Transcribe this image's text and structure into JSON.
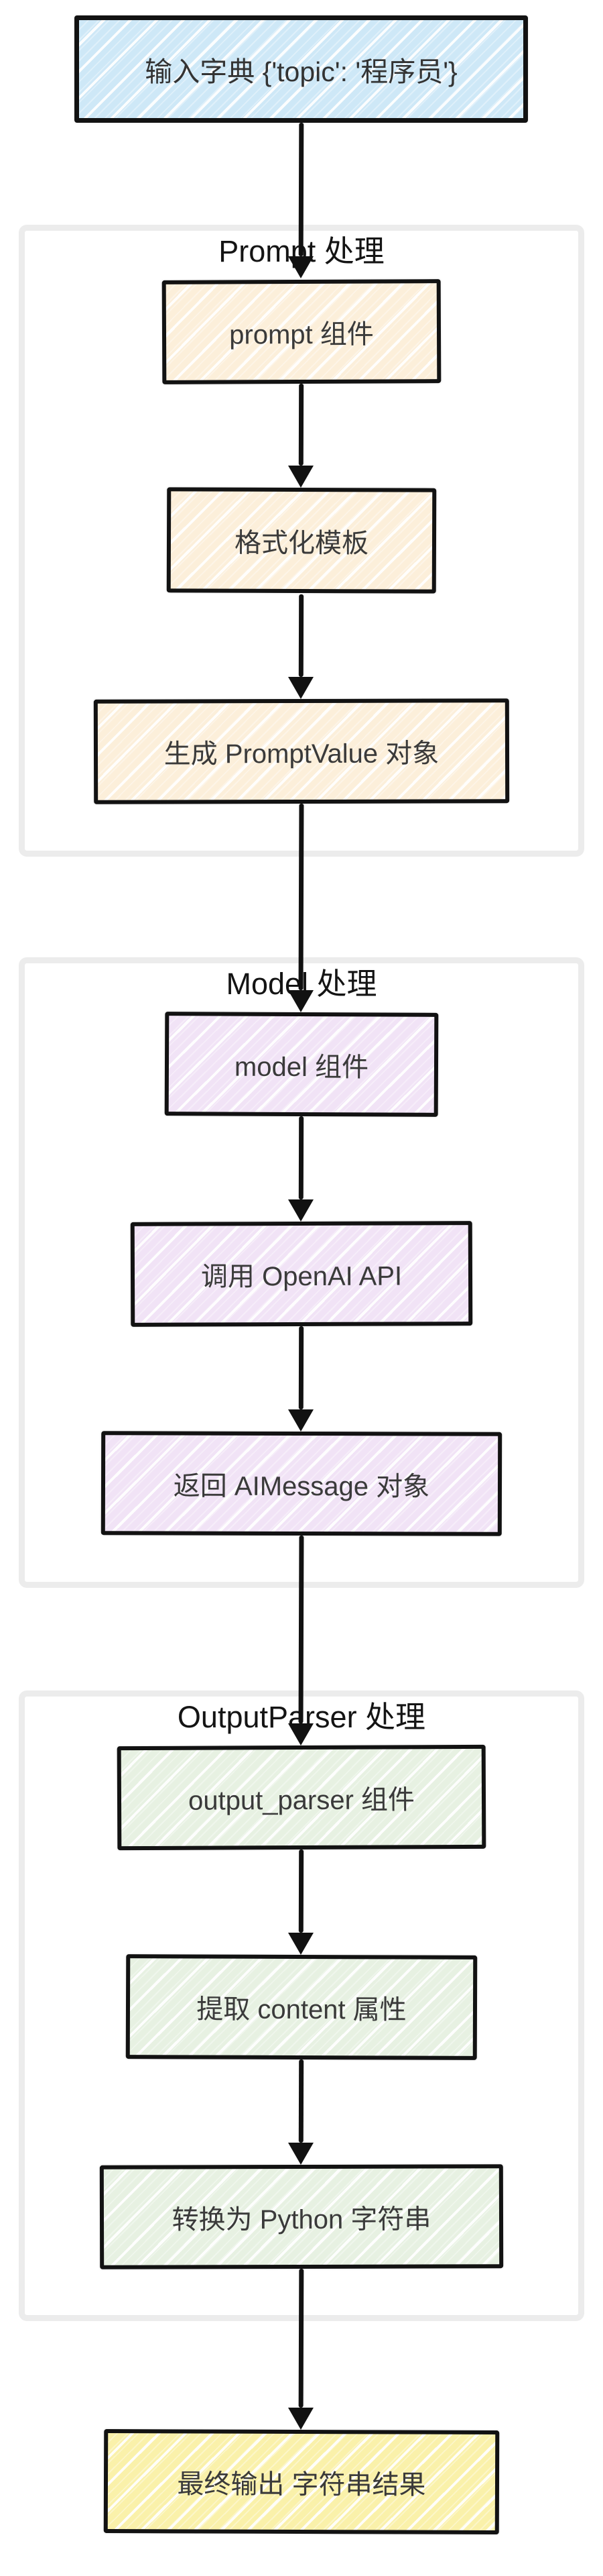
{
  "input_node": {
    "label": "输入字典 {'topic': '程序员'}"
  },
  "groups": [
    {
      "title": "Prompt 处理",
      "steps": [
        "prompt 组件",
        "格式化模板",
        "生成 PromptValue 对象"
      ]
    },
    {
      "title": "Model 处理",
      "steps": [
        "model 组件",
        "调用 OpenAI API",
        "返回 AIMessage 对象"
      ]
    },
    {
      "title": "OutputParser 处理",
      "steps": [
        "output_parser 组件",
        "提取 content 属性",
        "转换为 Python 字符串"
      ]
    }
  ],
  "output_node": {
    "label": "最终输出 字符串结果"
  },
  "colors": {
    "input_fill": "#cee8f7",
    "prompt_fill": "#fcefda",
    "model_fill": "#f1e3f6",
    "parser_fill": "#e7f1e2",
    "output_fill": "#faf1aa",
    "node_border": "#121212",
    "group_border": "#ececec",
    "arrow": "#111111",
    "text": "#3a3a3a"
  }
}
